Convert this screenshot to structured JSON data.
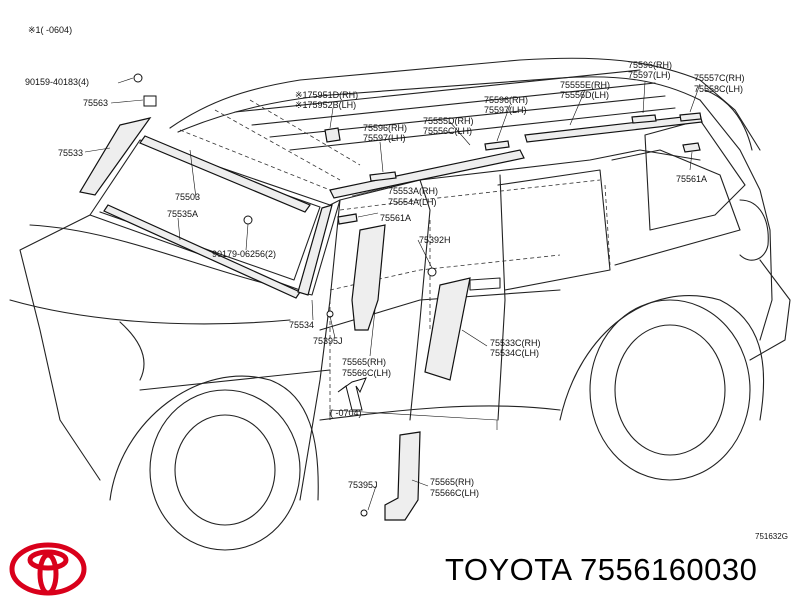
{
  "header_note": "※1(     -0604)",
  "sub_range_note": "(     -0704)",
  "reference_code": "751632G",
  "caption": "TOYOTA 7556160030",
  "brand_color": "#d9001b",
  "logo": "toyota-logo",
  "part_labels": {
    "p90159": "90159-40183(4)",
    "p75563": "75563",
    "p75533": "75533",
    "p75503": "75503",
    "p75535A": "75535A",
    "p90179": "90179-06256(2)",
    "p75534": "75534",
    "p75395J_a": "75395J",
    "p75565_a": "75565(RH)",
    "p75566C_a": "75566C(LH)",
    "p75951D": "※175951D(RH)",
    "p75952B": "※175952B(LH)",
    "p75596_a": "75596(RH)",
    "p75597_a": "75597(LH)",
    "p75555D": "75555D(RH)",
    "p75556C": "75556C(LH)",
    "p75596_b": "75596(RH)",
    "p75597_b": "75597(LH)",
    "p75555E": "75555E(RH)",
    "p75556D": "75556D(LH)",
    "p75596_c": "75596(RH)",
    "p75597_c": "75597(LH)",
    "p75557C": "75557C(RH)",
    "p75558C": "75558C(LH)",
    "p75561A_a": "75561A",
    "p75553A": "75553A(RH)",
    "p75554A": "75554A(LH)",
    "p75561A_b": "75561A",
    "p75392H": "75392H",
    "p75533C": "75533C(RH)",
    "p75534C": "75534C(LH)",
    "p75395J_b": "75395J",
    "p75565_b": "75565(RH)",
    "p75566C_b": "75566C(LH)"
  }
}
